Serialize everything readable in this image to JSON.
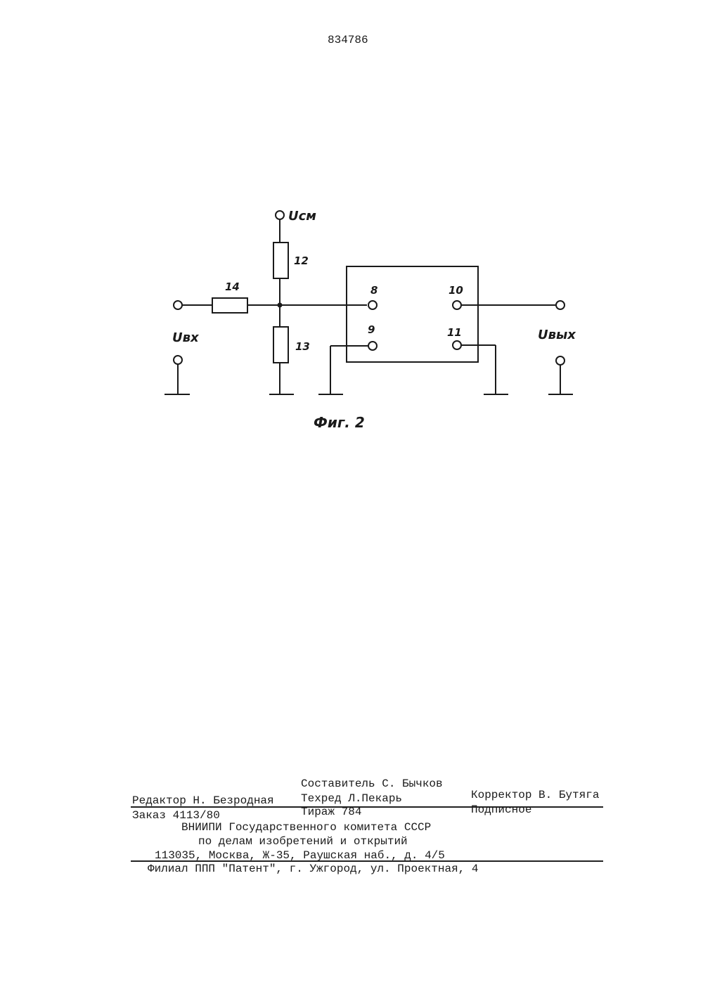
{
  "header": {
    "patent_number": "834786"
  },
  "figure": {
    "caption": "Фиг. 2",
    "labels": {
      "v_bias": "Uсм",
      "v_in": "Uвх",
      "v_out": "Uвых",
      "r12": "12",
      "r13": "13",
      "r14": "14",
      "pin8": "8",
      "pin9": "9",
      "pin10": "10",
      "pin11": "11"
    }
  },
  "footer": {
    "compiler": "Составитель С. Бычков",
    "editor": "Редактор Н. Безродная",
    "techred": "Техред Л.Пекарь",
    "corrector": "Корректор В. Бутяга",
    "order": "Заказ 4113/80",
    "circulation": "Тираж 784",
    "subscription": "Подписное",
    "org_line1": "ВНИИПИ Государственного комитета СССР",
    "org_line2": "по делам изобретений и открытий",
    "address": "113035, Москва, Ж-35, Раушская наб., д. 4/5",
    "branch": "Филиал ППП \"Патент\", г. Ужгород, ул. Проектная, 4"
  }
}
